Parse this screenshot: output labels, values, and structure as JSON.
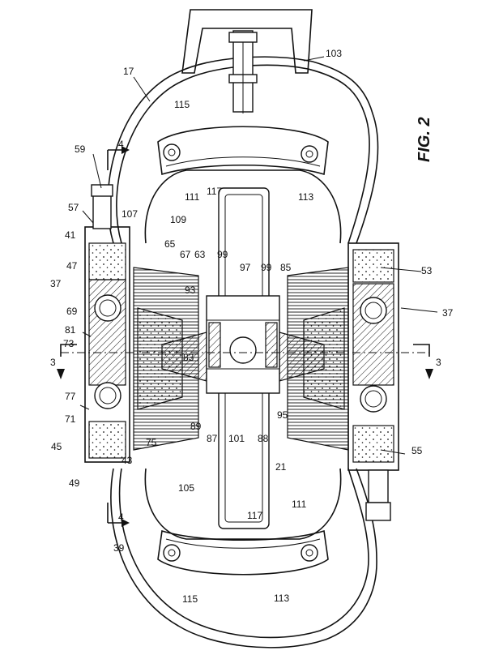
{
  "figure": {
    "label": "FIG. 2"
  },
  "refs": {
    "r17": "17",
    "r103": "103",
    "r115a": "115",
    "r113a": "113",
    "r59": "59",
    "r4top": "4",
    "r57": "57",
    "r107": "107",
    "r111a": "111",
    "r117a": "117",
    "r109": "109",
    "r41": "41",
    "r65": "65",
    "r67": "67",
    "r63": "63",
    "r99a": "99",
    "r97": "97",
    "r99b": "99",
    "r85": "85",
    "r47": "47",
    "r53": "53",
    "r37a": "37",
    "r37b": "37",
    "r69": "69",
    "r93": "93",
    "r81": "81",
    "r73": "73",
    "r3left": "3",
    "r3right": "3",
    "r83": "83",
    "r77": "77",
    "r71": "71",
    "r75": "75",
    "r89": "89",
    "r87": "87",
    "r101": "101",
    "r88": "88",
    "r95": "95",
    "r45": "45",
    "r43": "43",
    "r21": "21",
    "r55": "55",
    "r49": "49",
    "r105": "105",
    "r4bottom": "4",
    "r117b": "117",
    "r111b": "111",
    "r39": "39",
    "r115b": "115",
    "r113b": "113"
  }
}
